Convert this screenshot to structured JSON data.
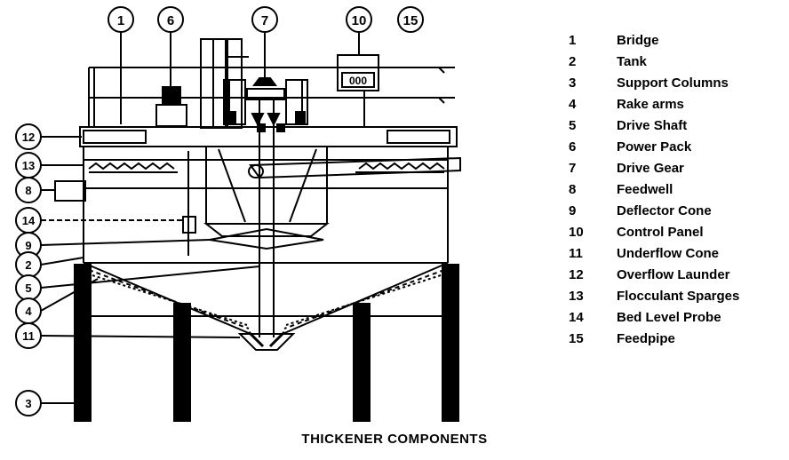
{
  "diagram": {
    "callouts_top": [
      "1",
      "6",
      "7",
      "10",
      "15"
    ],
    "callouts_left": [
      "12",
      "13",
      "8",
      "14",
      "9",
      "2",
      "5",
      "4",
      "11",
      "3"
    ],
    "control_panel_text": "000"
  },
  "legend": [
    {
      "number": "1",
      "label": "Bridge"
    },
    {
      "number": "2",
      "label": "Tank"
    },
    {
      "number": "3",
      "label": "Support Columns"
    },
    {
      "number": "4",
      "label": "Rake arms"
    },
    {
      "number": "5",
      "label": "Drive Shaft"
    },
    {
      "number": "6",
      "label": "Power Pack"
    },
    {
      "number": "7",
      "label": "Drive Gear"
    },
    {
      "number": "8",
      "label": "Feedwell"
    },
    {
      "number": "9",
      "label": "Deflector Cone"
    },
    {
      "number": "10",
      "label": "Control Panel"
    },
    {
      "number": "11",
      "label": "Underflow Cone"
    },
    {
      "number": "12",
      "label": "Overflow Launder"
    },
    {
      "number": "13",
      "label": "Flocculant Sparges"
    },
    {
      "number": "14",
      "label": "Bed Level Probe"
    },
    {
      "number": "15",
      "label": "Feedpipe"
    }
  ],
  "caption": "THICKENER COMPONENTS"
}
